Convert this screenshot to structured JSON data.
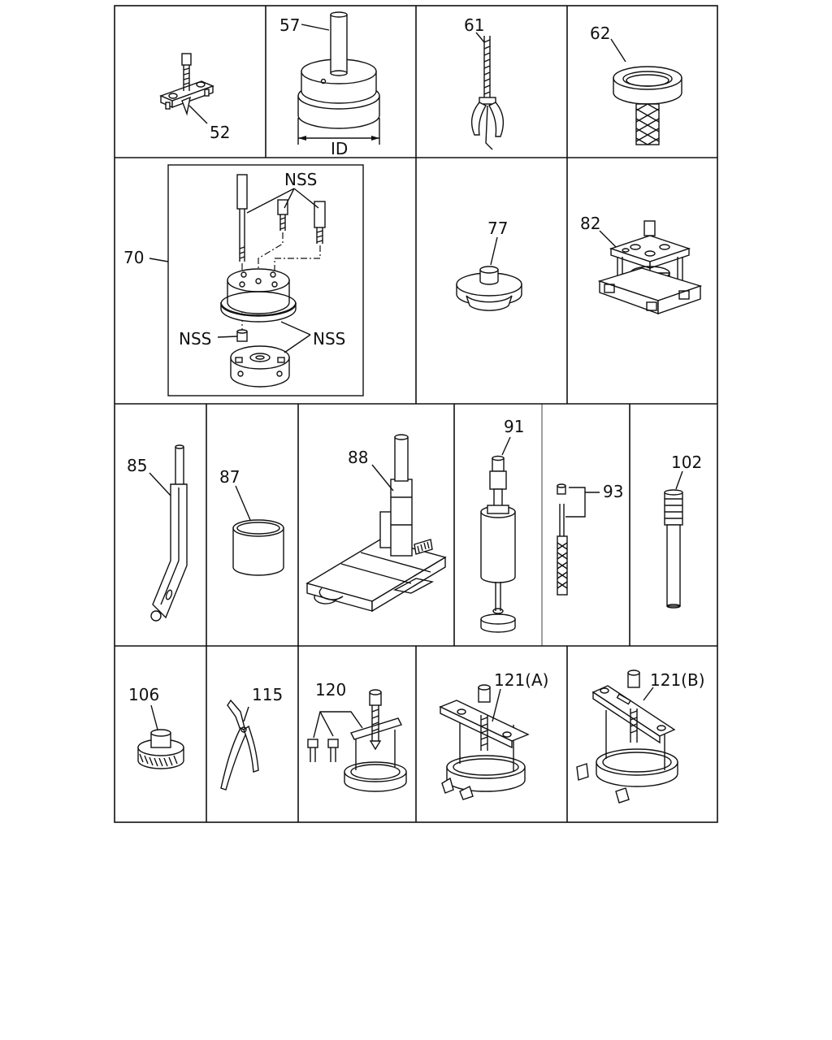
{
  "parts": {
    "p52": "52",
    "p57": "57",
    "id_dim": "ID",
    "p61": "61",
    "p62": "62",
    "p70": "70",
    "nss_top": "NSS",
    "nss_left": "NSS",
    "nss_right": "NSS",
    "p77": "77",
    "p82": "82",
    "p85": "85",
    "p87": "87",
    "p88": "88",
    "p91": "91",
    "p93": "93",
    "p102": "102",
    "p106": "106",
    "p115": "115",
    "p120": "120",
    "p121a": "121(A)",
    "p121b": "121(B)"
  }
}
